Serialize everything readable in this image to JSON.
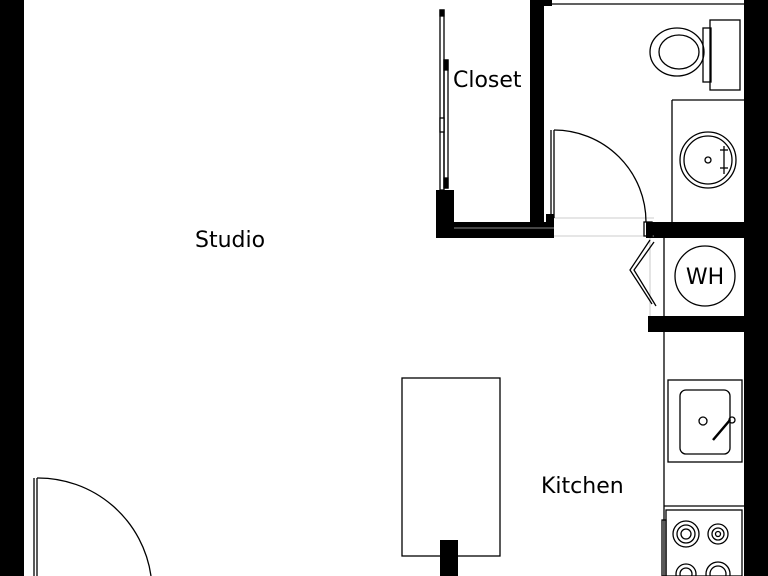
{
  "plan": {
    "rooms": {
      "studio": "Studio",
      "closet": "Closet",
      "kitchen": "Kitchen"
    },
    "fixtures": {
      "water_heater": "WH"
    },
    "colors": {
      "wall": "#000000",
      "background": "#ffffff",
      "guide": "#bbbbbb"
    },
    "icons": [
      "toilet-icon",
      "sink-icon",
      "kitchen-sink-icon",
      "stove-icon",
      "door-swing-icon",
      "sliding-door-icon",
      "bifold-door-icon"
    ]
  }
}
